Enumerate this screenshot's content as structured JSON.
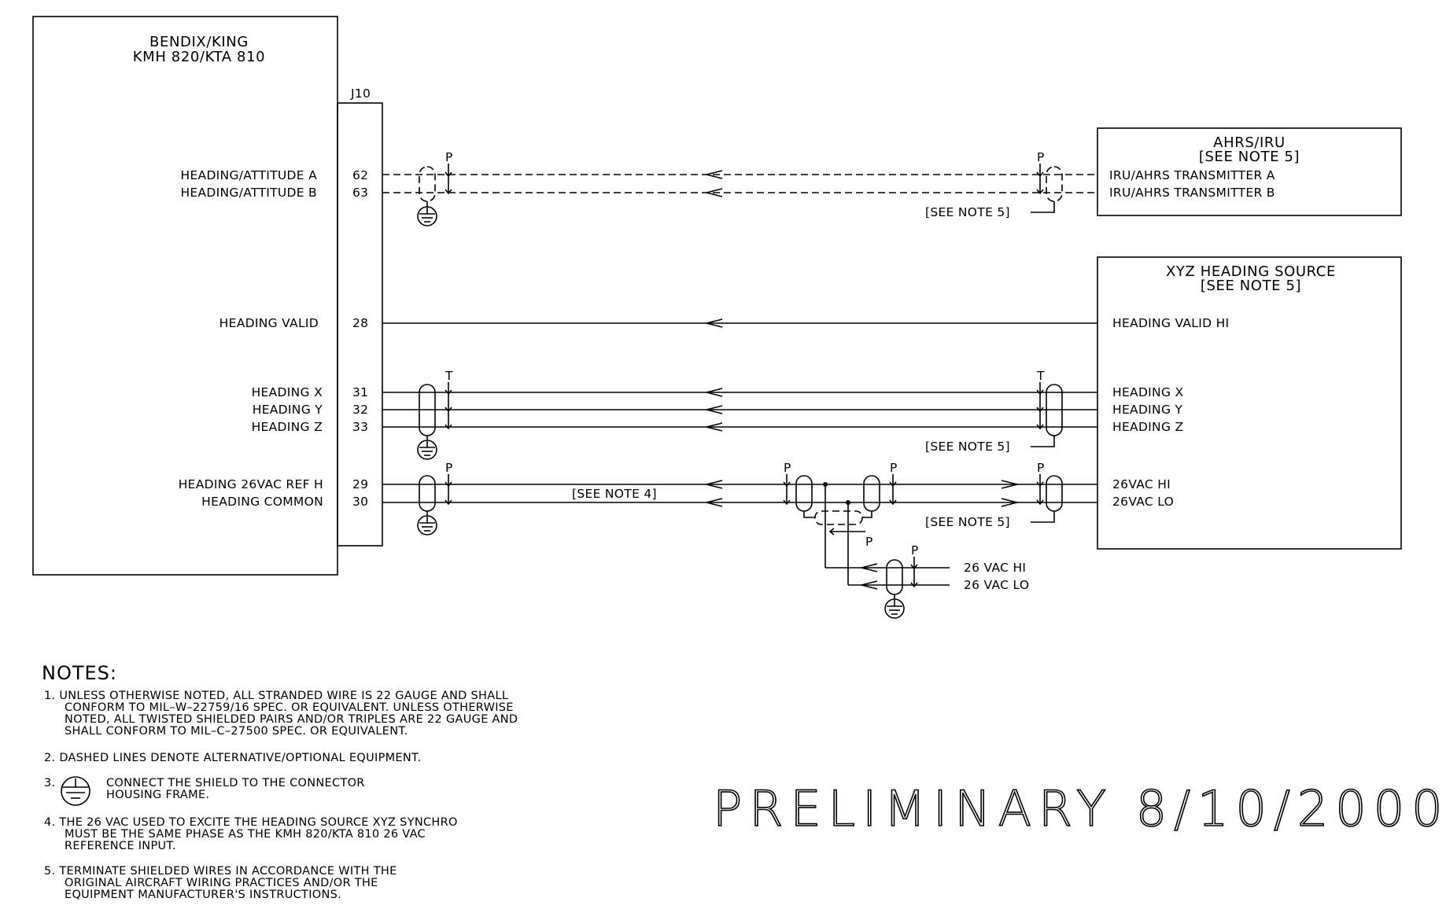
{
  "bendix": {
    "title_line1": "BENDIX/KING",
    "title_line2": "KMH 820/KTA 810",
    "connector": "J10"
  },
  "pins": [
    {
      "label": "HEADING/ATTITUDE A",
      "pin": "62"
    },
    {
      "label": "HEADING/ATTITUDE B",
      "pin": "63"
    },
    {
      "label": "HEADING VALID",
      "pin": "28"
    },
    {
      "label": "HEADING X",
      "pin": "31"
    },
    {
      "label": "HEADING Y",
      "pin": "32"
    },
    {
      "label": "HEADING Z",
      "pin": "33"
    },
    {
      "label": "HEADING 26VAC REF H",
      "pin": "29"
    },
    {
      "label": "HEADING COMMON",
      "pin": "30"
    }
  ],
  "ahrs": {
    "title": "AHRS/IRU",
    "note": "[SEE NOTE 5]",
    "signals": [
      "IRU/AHRS TRANSMITTER A",
      "IRU/AHRS TRANSMITTER B"
    ]
  },
  "xyz": {
    "title": "XYZ HEADING SOURCE",
    "note": "[SEE NOTE 5]",
    "signals": [
      "HEADING VALID HI",
      "HEADING X",
      "HEADING Y",
      "HEADING Z",
      "26VAC HI",
      "26VAC LO"
    ]
  },
  "callouts": {
    "see_note_5": "[SEE NOTE 5]",
    "see_note_4": "[SEE NOTE 4]",
    "p": "P",
    "t": "T"
  },
  "external": [
    "26 VAC HI",
    "26 VAC LO"
  ],
  "notes": {
    "header": "NOTES:",
    "n1": [
      "1. UNLESS OTHERWISE NOTED, ALL STRANDED WIRE IS 22 GAUGE AND SHALL",
      "CONFORM TO MIL–W–22759/16 SPEC. OR EQUIVALENT.   UNLESS OTHERWISE",
      "NOTED, ALL TWISTED SHIELDED PAIRS AND/OR TRIPLES ARE 22 GAUGE AND",
      "SHALL CONFORM TO MIL–C–27500 SPEC. OR EQUIVALENT."
    ],
    "n2": "2. DASHED LINES DENOTE ALTERNATIVE/OPTIONAL EQUIPMENT.",
    "n3_num": "3.",
    "n3": [
      "CONNECT THE SHIELD TO THE CONNECTOR",
      "HOUSING FRAME."
    ],
    "n4": [
      "4. THE 26 VAC USED TO EXCITE THE HEADING SOURCE XYZ SYNCHRO",
      "MUST BE THE SAME PHASE AS THE KMH 820/KTA 810 26 VAC",
      "REFERENCE INPUT."
    ],
    "n5": [
      "5. TERMINATE SHIELDED WIRES IN ACCORDANCE WITH THE",
      "ORIGINAL AIRCRAFT WIRING PRACTICES AND/OR THE",
      "EQUIPMENT MANUFACTURER'S INSTRUCTIONS."
    ]
  },
  "stamp": "PRELIMINARY 8/10/2000"
}
